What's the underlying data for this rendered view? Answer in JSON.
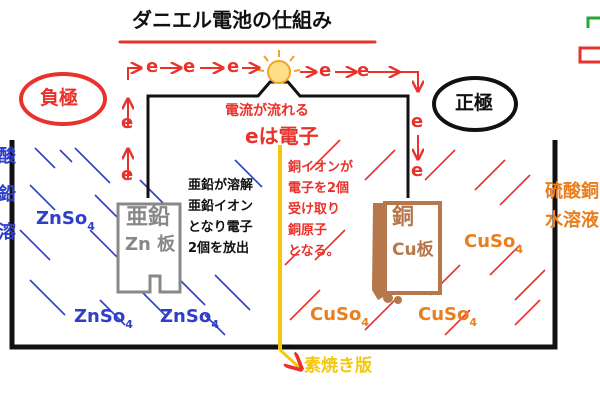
{
  "title": "ダニエル電池の仕組み",
  "left_pole": {
    "label": "負極"
  },
  "right_pole": {
    "label": "正極"
  },
  "left_solution_label": [
    "酸",
    "鉛",
    "溶"
  ],
  "right_solution_label": [
    "硫酸銅",
    "水溶液"
  ],
  "electron": "e",
  "current_label": "電流が流れる",
  "electron_label": "eは電子",
  "zn_plate": {
    "char": "亜鉛",
    "label": "Zn 板"
  },
  "cu_plate": {
    "char": "銅",
    "label": "Cu板"
  },
  "zn_note": [
    "亜鉛が溶解",
    "亜鉛イオン",
    "となり電子",
    "2個を放出"
  ],
  "cu_note": [
    "銅イオンが",
    "電子を2個",
    "受け取り",
    "銅原子",
    "となる。"
  ],
  "znso4": {
    "base": "ZnSo",
    "sub": "4"
  },
  "cuso4": {
    "base": "CuSo",
    "sub": "4"
  },
  "separator_label": "素焼き版",
  "colors": {
    "red": "#e8322b",
    "blue": "#2f3fc8",
    "orange": "#e87e1e",
    "brown": "#b5774b",
    "yellow": "#f4c70f",
    "green": "#22aa33"
  }
}
